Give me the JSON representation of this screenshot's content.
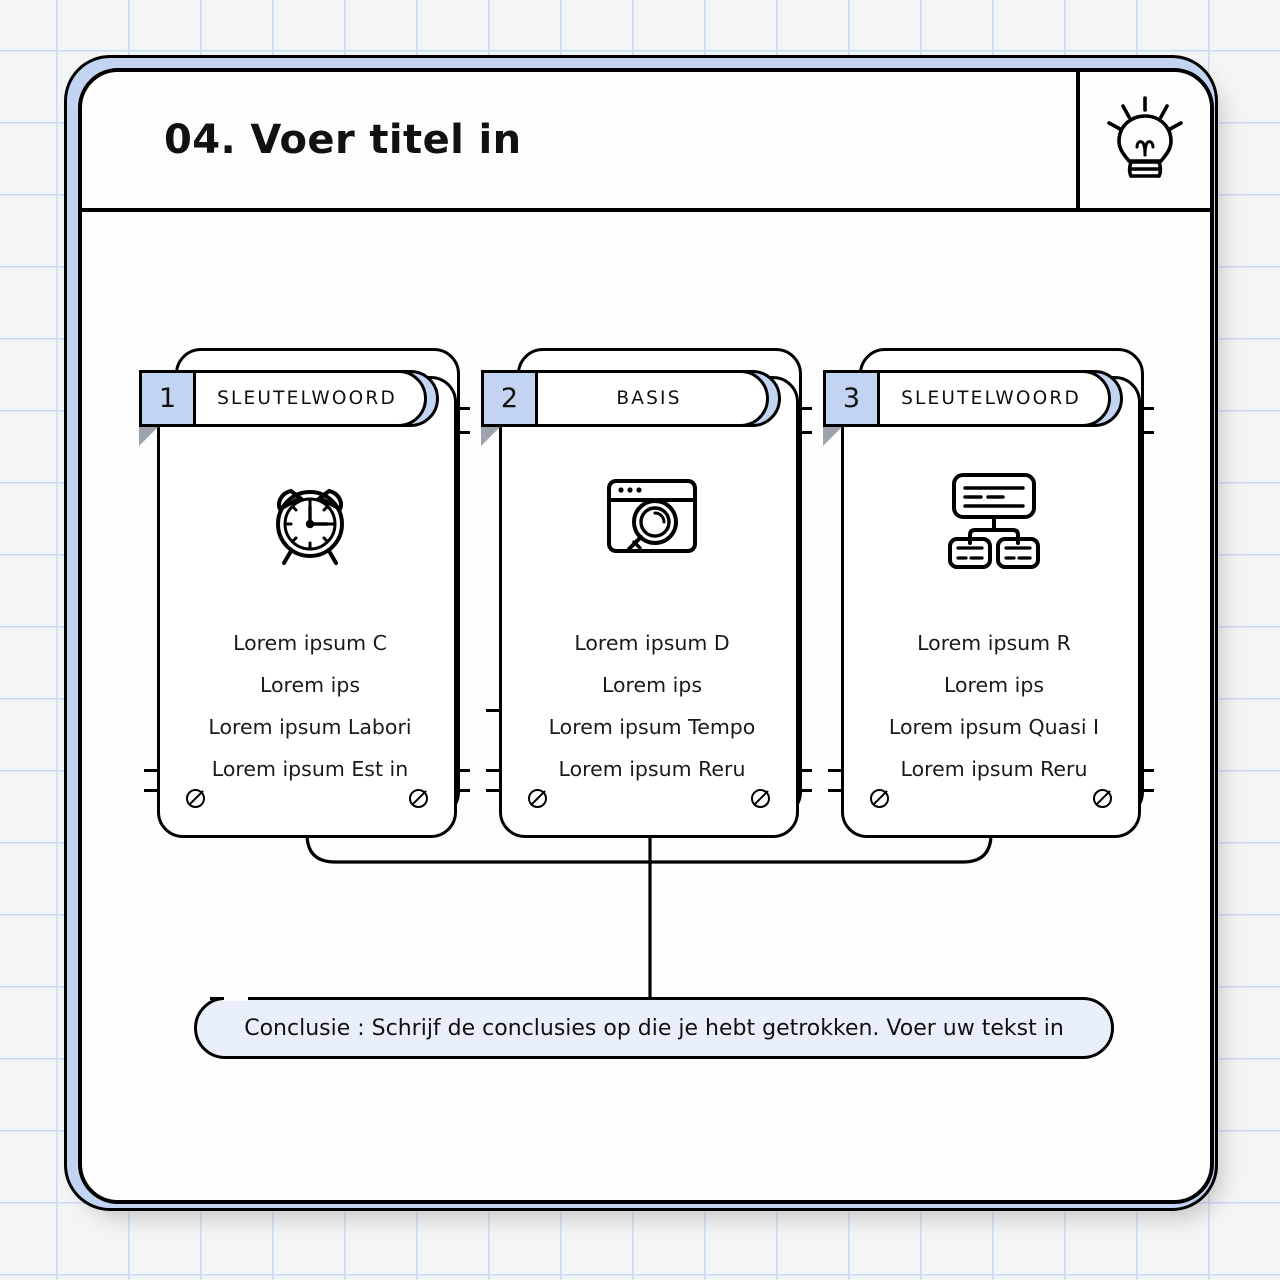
{
  "header": {
    "title": "04. Voer titel in",
    "icon": "lightbulb-icon"
  },
  "theme": {
    "accent_blue": "#c2d4f2",
    "grid_line": "#c9dcf5",
    "page_bg": "#f3f4f5",
    "card_bg": "#ffffff",
    "ink": "#000000",
    "conclusion_bg": "#eaf0fb"
  },
  "cards": [
    {
      "number": "1",
      "label": "SLEUTELWOORD",
      "icon": "alarm-clock-icon",
      "lines": [
        "Lorem ipsum C",
        "Lorem ips",
        "Lorem ipsum Labori",
        "Lorem ipsum Est in"
      ]
    },
    {
      "number": "2",
      "label": "BASIS",
      "icon": "browser-search-icon",
      "lines": [
        "Lorem ipsum D",
        "Lorem ips",
        "Lorem ipsum Tempo",
        "Lorem ipsum Reru"
      ]
    },
    {
      "number": "3",
      "label": "SLEUTELWOORD",
      "icon": "hierarchy-icon",
      "lines": [
        "Lorem ipsum R",
        "Lorem ips",
        "Lorem ipsum Quasi I",
        "Lorem ipsum Reru"
      ]
    }
  ],
  "conclusion": {
    "text": "Conclusie : Schrijf de conclusies op die je hebt getrokken. Voer uw tekst in"
  }
}
